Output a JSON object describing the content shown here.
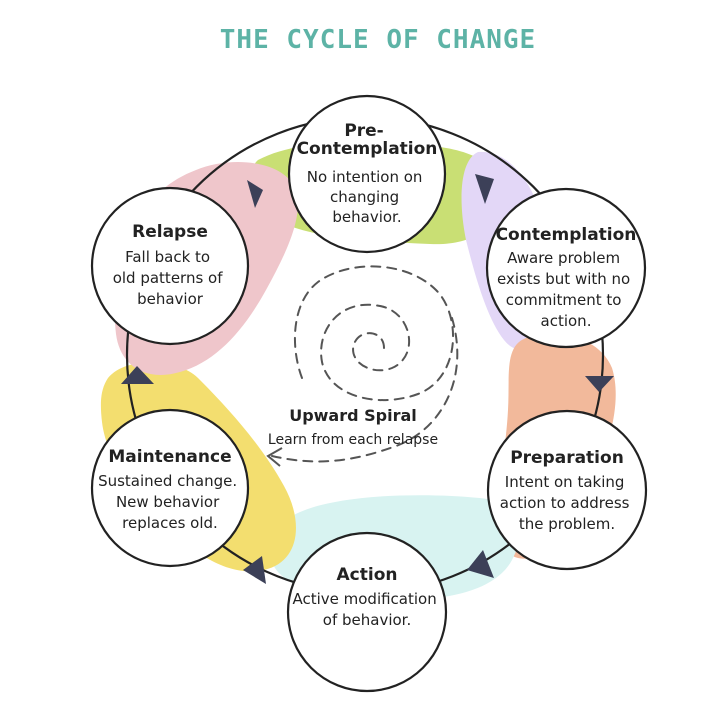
{
  "title": "THE CYCLE OF CHANGE",
  "colors": {
    "title": "#5db3a6",
    "outline": "#222222",
    "arrow": "#3c4058",
    "precontemplation_blob": "#c9df74",
    "contemplation_blob": "#e3d7f7",
    "preparation_blob": "#f2b99b",
    "action_blob": "#d8f3f1",
    "maintenance_blob": "#f3de6f",
    "relapse_blob": "#efc6cb"
  },
  "stages": {
    "precontemplation": {
      "title_lines": [
        "Pre-",
        "Contemplation"
      ],
      "desc_lines": [
        "No intention on",
        "changing",
        "behavior."
      ]
    },
    "contemplation": {
      "title_lines": [
        "Contemplation"
      ],
      "desc_lines": [
        "Aware problem",
        "exists but with no",
        "commitment to",
        "action."
      ]
    },
    "preparation": {
      "title_lines": [
        "Preparation"
      ],
      "desc_lines": [
        "Intent on taking",
        "action to address",
        "the problem."
      ]
    },
    "action": {
      "title_lines": [
        "Action"
      ],
      "desc_lines": [
        "Active modification",
        "of behavior."
      ]
    },
    "maintenance": {
      "title_lines": [
        "Maintenance"
      ],
      "desc_lines": [
        "Sustained change.",
        "New behavior",
        "replaces old."
      ]
    },
    "relapse": {
      "title_lines": [
        "Relapse"
      ],
      "desc_lines": [
        "Fall back to",
        "old patterns of",
        "behavior"
      ]
    }
  },
  "center": {
    "title": "Upward Spiral",
    "subtitle": "Learn from each relapse"
  },
  "icons": {
    "cycle_arrow": "triangle-arrow-icon",
    "spiral_arrow": "chevron-arrow-icon"
  }
}
